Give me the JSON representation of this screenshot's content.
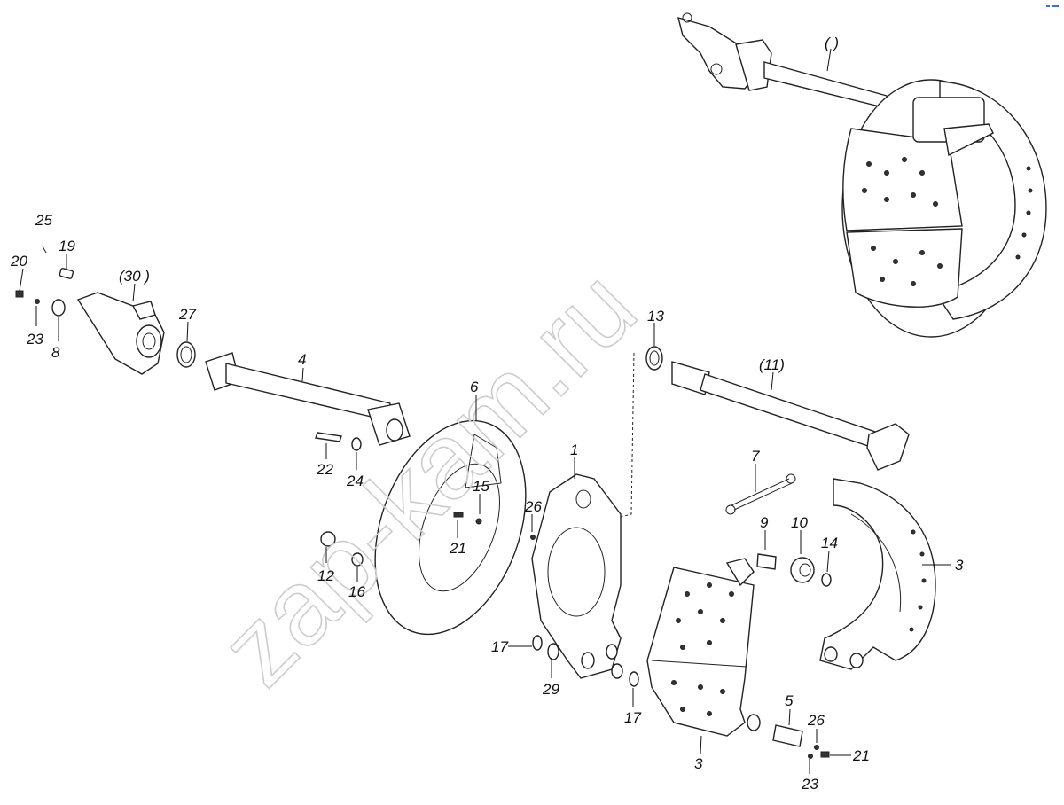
{
  "watermark": "zap-kam.ru",
  "corner_mark_color": "#3a6fd8",
  "callouts": {
    "assembly_top": "( )",
    "c25": "25",
    "c19": "19",
    "c20": "20",
    "c30": "(30 )",
    "c23a": "23",
    "c8": "8",
    "c27": "27",
    "c4": "4",
    "c13": "13",
    "c11": "(11)",
    "c6": "6",
    "c22": "22",
    "c24": "24",
    "c15": "15",
    "c21a": "21",
    "c1": "1",
    "c26a": "26",
    "c7": "7",
    "c12": "12",
    "c16": "16",
    "c9": "9",
    "c10": "10",
    "c14": "14",
    "c3a": "3",
    "c17a": "17",
    "c29": "29",
    "c17b": "17",
    "c5": "5",
    "c26b": "26",
    "c21b": "21",
    "c3b": "3",
    "c23b": "23"
  }
}
